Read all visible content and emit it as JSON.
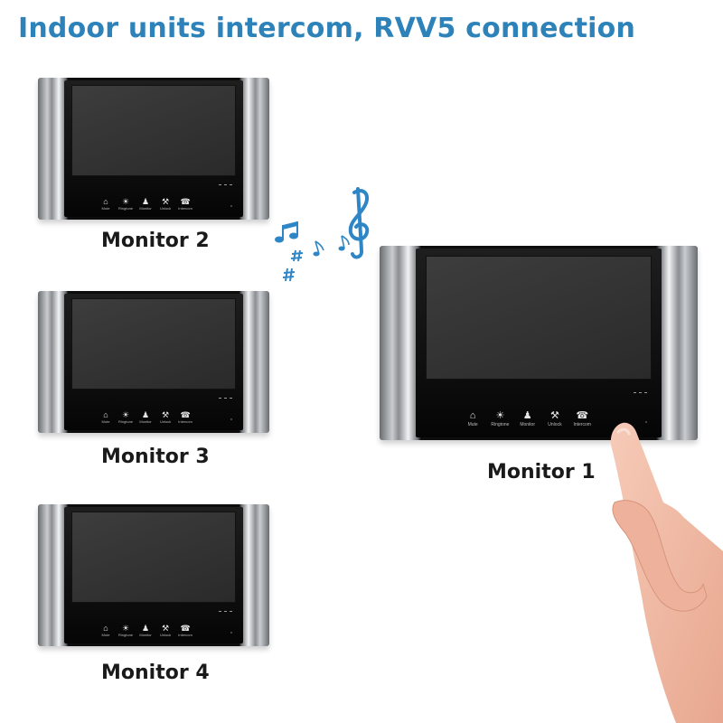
{
  "headline": "Indoor units intercom, RVV5 connection",
  "button_labels": [
    "Mute",
    "Ringtone",
    "Monitor",
    "Unlock",
    "Intercom"
  ],
  "icons": [
    "bell-icon",
    "bulb-icon",
    "person-icon",
    "key-icon",
    "phone-icon"
  ],
  "monitors": [
    {
      "label": "Monitor 2"
    },
    {
      "label": "Monitor 3"
    },
    {
      "label": "Monitor 4"
    },
    {
      "label": "Monitor 1"
    }
  ],
  "colors": {
    "headline": "#2d83b9",
    "notes": "#2f86c6"
  }
}
